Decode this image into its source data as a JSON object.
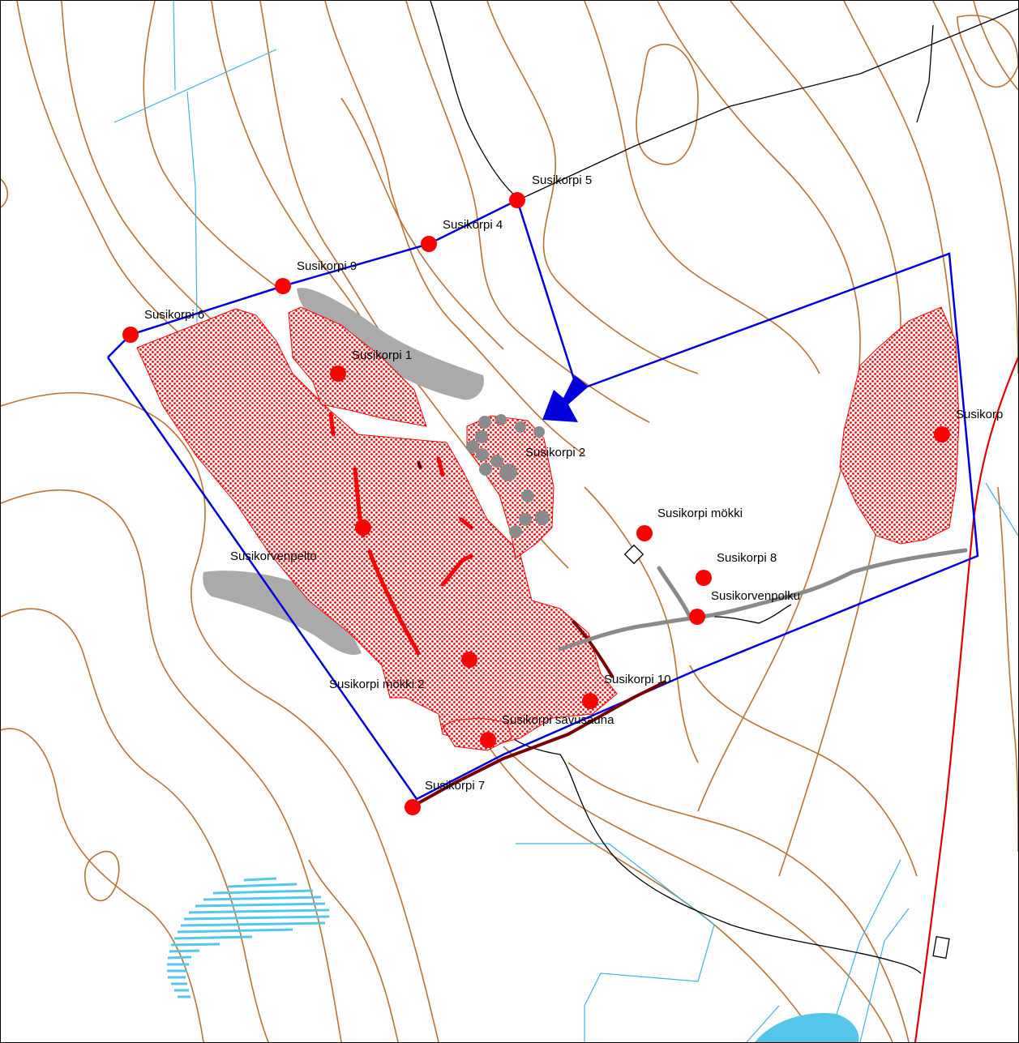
{
  "map": {
    "colors": {
      "background": "#ffffff",
      "contour": "#b87333",
      "water_line": "#3fb3e0",
      "water_fill": "#55c6ea",
      "path": "#000000",
      "road": "#e00000",
      "boundary": "#0000dd",
      "site_hatch": "#ff0000",
      "site_point": "#ff0000",
      "track": "#8a8a8a",
      "field_gray": "#aaaaaa",
      "dark_feature": "#7a0000"
    },
    "icons": {
      "site_point": "red-dot-icon",
      "direction_arrow": "blue-arrow-icon",
      "building": "building-square-icon"
    },
    "labels": {
      "susikorpi_5": "Susikorpi 5",
      "susikorpi_4": "Susikorpi 4",
      "susikorpi_9": "Susikorpi 9",
      "susikorpi_6": "Susikorpi 6",
      "susikorpi_1": "Susikorpi 1",
      "susikorpi_2": "Susikorpi 2",
      "susikorpi_3_partial": "Susikorp",
      "susikorpi_mokki": "Susikorpi mökki",
      "susikorpi_8": "Susikorpi 8",
      "susikorvenpolku": "Susikorvenpolku",
      "susikorvenpelto": "Susikorvenpelto",
      "susikorpi_mokki_2": "Susikorpi mökki 2",
      "susikorpi_10": "Susikorpi 10",
      "susikorpi_savusauna": "Susikorpi savusauna",
      "susikorpi_7": "Susikorpi 7"
    }
  }
}
